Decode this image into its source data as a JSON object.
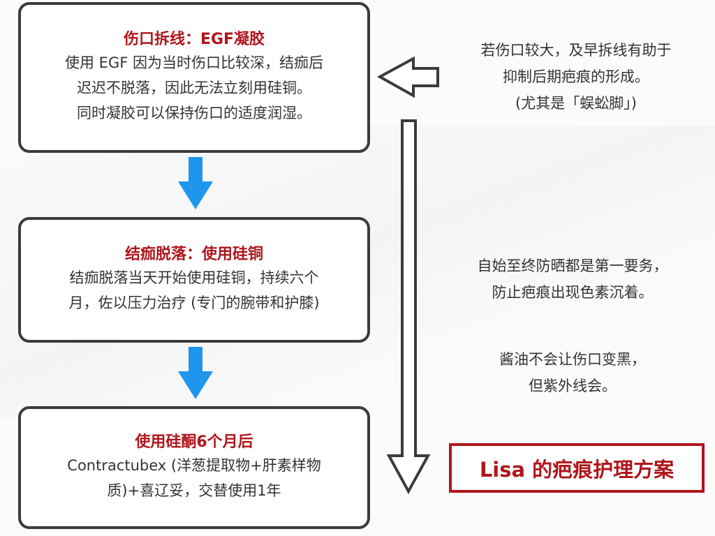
{
  "steps": [
    {
      "title": "伤口拆线：EGF凝胶",
      "body": [
        "使用 EGF 因为当时伤口比较深，结痂后",
        "迟迟不脱落，因此无法立刻用硅铜。",
        "同时凝胶可以保持伤口的适度润湿。"
      ]
    },
    {
      "title": "结痂脱落：使用硅铜",
      "body": [
        "结痂脱落当天开始使用硅铜，持续六个",
        "月，佐以压力治疗 (专门的腕带和护膝)"
      ]
    },
    {
      "title": "使用硅酮6个月后",
      "body": [
        "Contractubex (洋葱提取物+肝素样物",
        "质)+喜辽妥，交替使用1年"
      ]
    }
  ],
  "notes": {
    "suture_note": [
      "若伤口较大，及早拆线有助于",
      "抑制后期疤痕的形成。",
      "(尤其是「蜈蚣脚」)"
    ],
    "sunscreen_note": [
      "自始至终防晒都是第一要务，",
      "防止疤痕出现色素沉着。"
    ],
    "soy_sauce_note": [
      "酱油不会让伤口变黑，",
      "但紫外线会。"
    ]
  },
  "plan_title": "Lisa 的疤痕护理方案",
  "colors": {
    "accent_red": "#b0161c",
    "arrow_blue": "#1e96ee",
    "border_dark": "#3b3b3b"
  },
  "icons": {
    "step_arrows": "arrow-down-solid",
    "side_arrow": "arrow-left-outline",
    "timeline_arrow": "arrow-down-outline"
  }
}
